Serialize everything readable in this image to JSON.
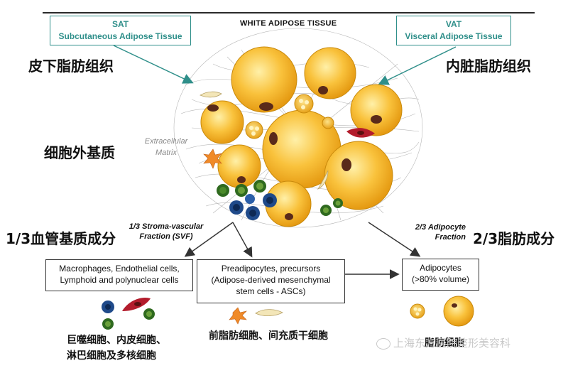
{
  "header": {
    "title": "WHITE ADIPOSE TISSUE"
  },
  "sat": {
    "abbr": "SAT",
    "full": "Subcutaneous Adipose Tissue",
    "cn": "皮下脂肪组织"
  },
  "vat": {
    "abbr": "VAT",
    "full": "Visceral Adipose Tissue",
    "cn": "内脏脂肪组织"
  },
  "ecm": {
    "cn": "细胞外基质",
    "line1": "Extracellular",
    "line2": "Matrix"
  },
  "svf": {
    "line1": "1/3 Stroma-vascular",
    "line2": "Fraction (SVF)",
    "cn": "1/3血管基质成分"
  },
  "adipocyte_fraction": {
    "line1": "2/3 Adipocyte",
    "line2": "Fraction",
    "cn": "2/3脂肪成分"
  },
  "boxes": {
    "immune": {
      "line1": "Macrophages, Endothelial cells,",
      "line2": "Lymphoid and polynuclear cells"
    },
    "preadipocytes": {
      "line1": "Preadipocytes, precursors",
      "line2": "(Adipose-derived  mesenchymal",
      "line3": "stem cells - ASCs)"
    },
    "adipocytes": {
      "line1": "Adipocytes",
      "line2": "(>80% volume)"
    }
  },
  "captions": {
    "immune_cn_1": "巨噬细胞、内皮细胞、",
    "immune_cn_2": "淋巴细胞及多核细胞",
    "pre_cn": "前脂肪细胞、间充质干细胞",
    "adipocyte_cn": "脂肪细胞"
  },
  "watermark": {
    "text": "上海东方医院整形美容科"
  },
  "colors": {
    "teal": "#2f8f8a",
    "adipocyte_fill": "#f5b731",
    "adipocyte_edge": "#c98a0c",
    "nucleus": "#5a2a1a",
    "macrophage": "#1f4a8a",
    "endothelial": "#b31c2c",
    "lymphoid": "#2f6a1f"
  }
}
